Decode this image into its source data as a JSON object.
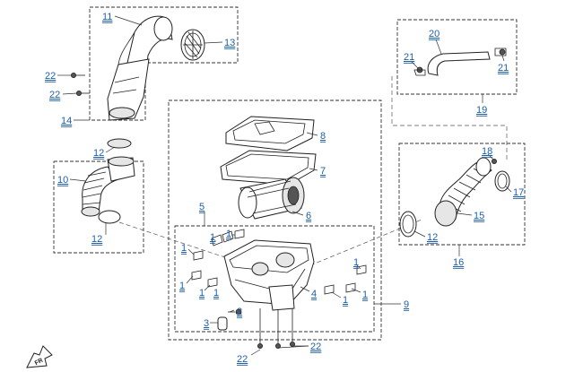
{
  "diagram": {
    "callouts": {
      "c11": "11",
      "c13": "13",
      "c22a": "22",
      "c22b": "22",
      "c14": "14",
      "c12a": "12",
      "c10": "10",
      "c12b": "12",
      "c8": "8",
      "c7": "7",
      "c5": "5",
      "c6": "6",
      "c1a": "1",
      "c1b": "1",
      "c1c": "1",
      "c1d": "1",
      "c1e": "1",
      "c1f": "1",
      "c1g": "1",
      "c1h": "1",
      "c1i": "1",
      "c2": "2",
      "c3": "3",
      "c4": "4",
      "c9": "9",
      "c22c": "22",
      "c22d": "22",
      "c20": "20",
      "c21a": "21",
      "c21b": "21",
      "c19": "19",
      "c18": "18",
      "c17": "17",
      "c15": "15",
      "c12c": "12",
      "c16": "16"
    },
    "front_badge": "FR"
  },
  "colors": {
    "callout": "#1f5fa6",
    "line": "#222222"
  }
}
